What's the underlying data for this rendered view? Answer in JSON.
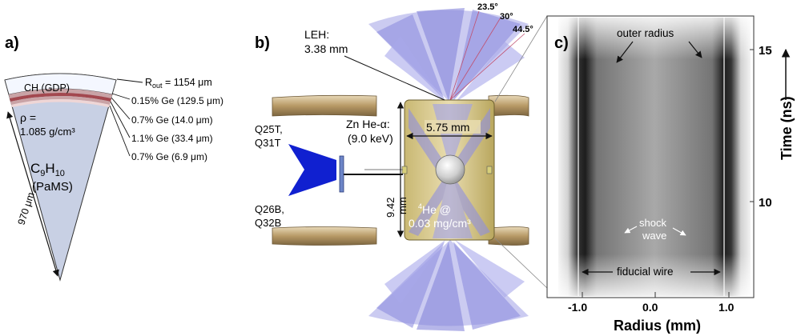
{
  "panel_a": {
    "label": "a)",
    "shell": "CH (GDP)",
    "r_out": "R",
    "r_out_sub": "out",
    "r_out_value": " = 1154 μm",
    "layers": [
      "0.15% Ge (129.5 μm)",
      "0.7% Ge (14.0 μm)",
      "1.1% Ge (33.4 μm)",
      "0.7% Ge (6.9 μm)"
    ],
    "rho_line1": "ρ =",
    "rho_line2": "1.085 g/cm³",
    "formula_c": "C",
    "formula_c_sub": "9",
    "formula_h": "H",
    "formula_h_sub": "10",
    "formula_name": "(PaMS)",
    "radius_label": "970 μm"
  },
  "panel_b": {
    "label": "b)",
    "leh_line1": "LEH:",
    "leh_line2": "3.38 mm",
    "angles": [
      "23.5°",
      "30°",
      "44.5°"
    ],
    "zn_line1": "Zn He-α:",
    "zn_line2": "(9.0 keV)",
    "quads_top_1": "Q25T,",
    "quads_top_2": "Q31T",
    "quads_bottom_1": "Q26B,",
    "quads_bottom_2": "Q32B",
    "width_label": "5.75 mm",
    "height_label_1": "9.42",
    "height_label_2": "mm",
    "fill_line1": "He @",
    "fill_sup": "4",
    "fill_line2": "0.03 mg/cm³"
  },
  "panel_c": {
    "label": "c)",
    "outer_radius": "outer radius",
    "shock_line1": "shock",
    "shock_line2": "wave",
    "fiducial": "fiducial wire",
    "xlabel": "Radius (mm)",
    "ylabel": "Time (ns)",
    "x_ticks": [
      "-1.0",
      "0.0",
      "1.0"
    ],
    "y_ticks": [
      "15",
      "10"
    ]
  }
}
